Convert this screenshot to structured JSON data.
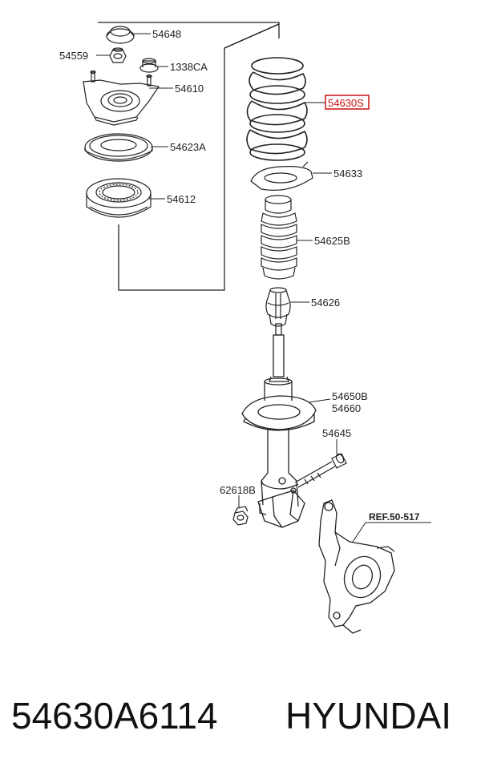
{
  "diagram": {
    "labels": {
      "p54648": "54648",
      "p54559": "54559",
      "p1338ca": "1338CA",
      "p54610": "54610",
      "p54623a": "54623A",
      "p54612": "54612",
      "p54630s": "54630S",
      "p54633": "54633",
      "p54625b": "54625B",
      "p54626": "54626",
      "p54650b": "54650B",
      "p54660": "54660",
      "p54645": "54645",
      "p62618b": "62618B",
      "ref": "REF.50-517"
    },
    "highlight_color": "#cc1111"
  },
  "caption": {
    "part_number": "54630A6114",
    "brand": "HYUNDAI"
  }
}
